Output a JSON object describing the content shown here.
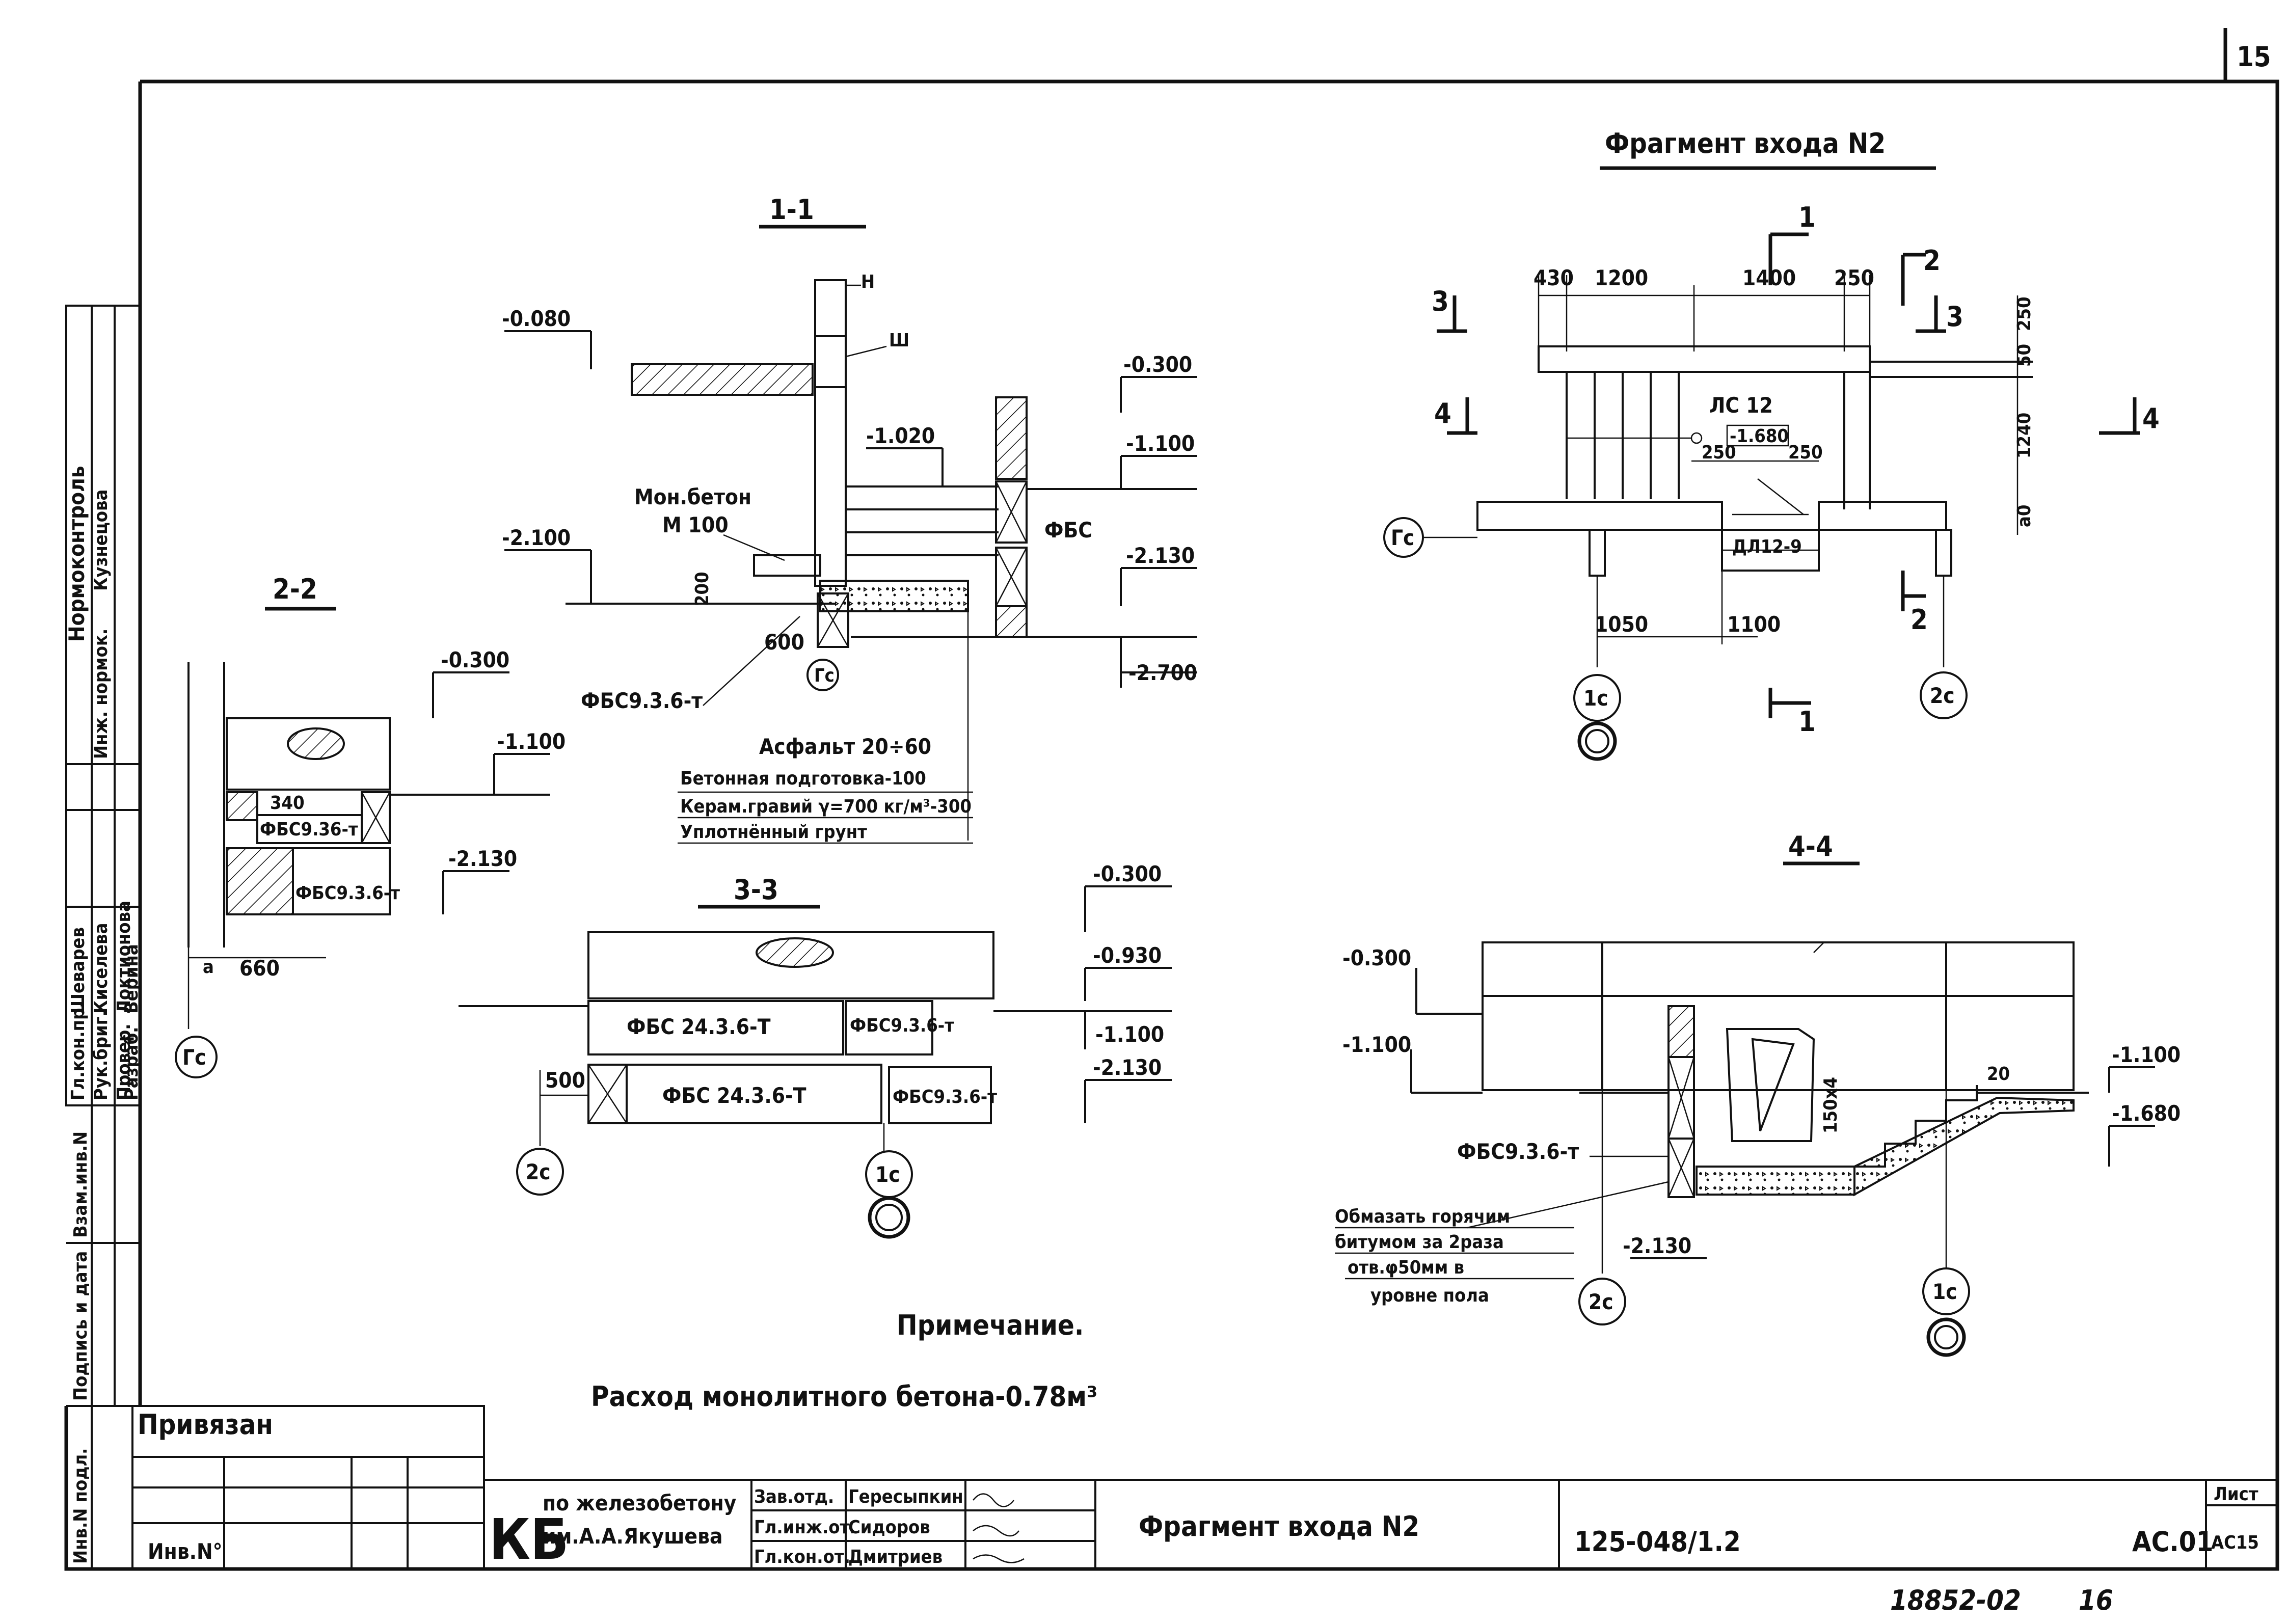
{
  "sheet_number": "15",
  "bottom_code": "18852-02",
  "bottom_page": "16",
  "top_section": {
    "title": "Фрагмент входа N2"
  },
  "sec_1_1": {
    "title": "1-1",
    "marks": [
      "-0.080",
      "-0.300",
      "-1.020",
      "-1.100",
      "-2.100",
      "-2.130",
      "-2.700"
    ],
    "mon_beton": "Мон.бетон",
    "m100": "М 100",
    "fbs": "ФБС",
    "fbs_t": "ФБС9.3.6-т",
    "dim_600": "600",
    "dim_200": "200",
    "gc": "Гс",
    "layers": [
      "Асфальт 20÷60",
      "Бетонная подготовка-100",
      "Керам.гравий γ=700 кг/м³-300",
      "Уплотнённый грунт"
    ],
    "letter_n": "Н",
    "letter_sh": "Ш"
  },
  "sec_2_2": {
    "title": "2-2",
    "marks": [
      "-0.300",
      "-1.100",
      "-2.130"
    ],
    "dim_340": "340",
    "fbs1": "ФБС9.36-т",
    "fbs2": "ФБС9.3.6-т",
    "dim_a": "а",
    "dim_660": "660",
    "gc": "Гс"
  },
  "sec_3_3": {
    "title": "3-3",
    "marks": [
      "-0.300",
      "-0.930",
      "-1.100",
      "-2.130"
    ],
    "fbs_a": "ФБС 24.3.6-Т",
    "fbs_b": "ФБС9.3.6-т",
    "fbs_c": "ФБС 24.3.6-Т",
    "fbs_d": "ФБС9.3.6-т",
    "dim_500": "500",
    "c2": "2с",
    "c1": "1с"
  },
  "plan": {
    "cut_marks": [
      "1",
      "2",
      "3",
      "4"
    ],
    "dims_top": [
      "430",
      "1200",
      "1400",
      "250"
    ],
    "dims_right": [
      "250",
      "50",
      "1240",
      "а0"
    ],
    "dims_bottom": [
      "1050",
      "1100"
    ],
    "ls": "ЛС 12",
    "lvl": "-1.680",
    "d250a": "250",
    "d250b": "250",
    "dl": "ДЛ12-9",
    "gc": "Гс",
    "c1": "1с",
    "c2": "2с"
  },
  "sec_4_4": {
    "title": "4-4",
    "marks": [
      "-0.300",
      "-1.100",
      "-1.100",
      "-1.680",
      "-2.130"
    ],
    "fbs": "ФБС9.3.6-т",
    "notes": [
      "Обмазать горячим",
      "битумом за 2раза",
      "отв.φ50мм в",
      "уровне пола"
    ],
    "dim_stairs": "150х4",
    "dim_20": "20",
    "c1": "1с",
    "c2": "2с"
  },
  "note": {
    "title": "Примечание.",
    "text": "Расход монолитного бетона-0.78м³"
  },
  "side_stamp": {
    "normocontrol": "Нормоконтроль",
    "rows": [
      {
        "role": "Инж. нормок.",
        "name": "Кузнецова"
      },
      {
        "role": "Гл.кон.пр.",
        "name": "Шеварев"
      },
      {
        "role": "Рук.бриг.",
        "name": "Киселева"
      },
      {
        "role": "Провер.",
        "name": "Локтионова"
      },
      {
        "role": "Разраб.",
        "name": "Верина"
      }
    ],
    "vertical": [
      "Инв.N подл.",
      "Подпись и дата",
      "Взам.инв.N"
    ]
  },
  "title_block": {
    "privyazan": "Привязан",
    "inv_no": "Инв.N°",
    "org_logo": "КБ",
    "org_line1": "по железобетону",
    "org_line2": "им.А.А.Якушева",
    "staff": [
      {
        "role": "Зав.отд.",
        "name": "Гересыпкин"
      },
      {
        "role": "Гл.инж.от.",
        "name": "Сидоров"
      },
      {
        "role": "Гл.кон.от.",
        "name": "Дмитриев"
      }
    ],
    "drawing_name": "Фрагмент входа N2",
    "project_code": "125-048/1.2",
    "sheet_code": "АС.01",
    "list_label": "Лист",
    "list_value": "АС15"
  }
}
